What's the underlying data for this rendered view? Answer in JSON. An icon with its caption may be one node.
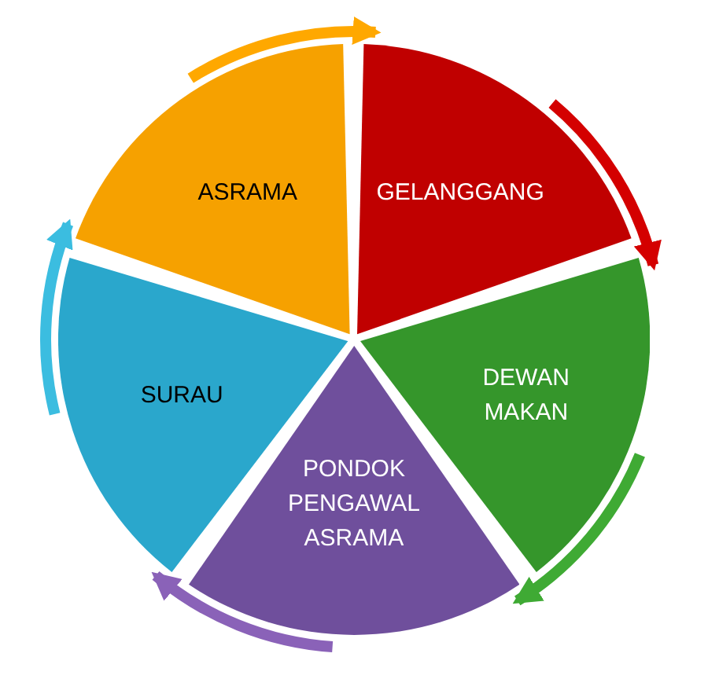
{
  "diagram": {
    "nodes": [
      {
        "text": [
          "ASRAMA"
        ]
      },
      {
        "text": [
          "GELANGGANG"
        ]
      },
      {
        "text": [
          "DEWAN MAKAN"
        ]
      },
      {
        "text": [
          "PONDOK PENGAWAL ASRAMA"
        ]
      },
      {
        "text": [
          "SURAU"
        ]
      }
    ],
    "edges": [
      {
        "from": 0,
        "to": 1,
        "arrow": "to",
        "color": "#ffa800"
      },
      {
        "from": 1,
        "to": 2,
        "arrow": "to",
        "color": "#d40000"
      },
      {
        "from": 2,
        "to": 3,
        "arrow": "to",
        "color": "#3faa34"
      },
      {
        "from": 3,
        "to": 4,
        "arrow": "to",
        "color": "#8a62b8"
      },
      {
        "from": 4,
        "to": 0,
        "arrow": "to",
        "color": "#3bbde0"
      }
    ]
  }
}
